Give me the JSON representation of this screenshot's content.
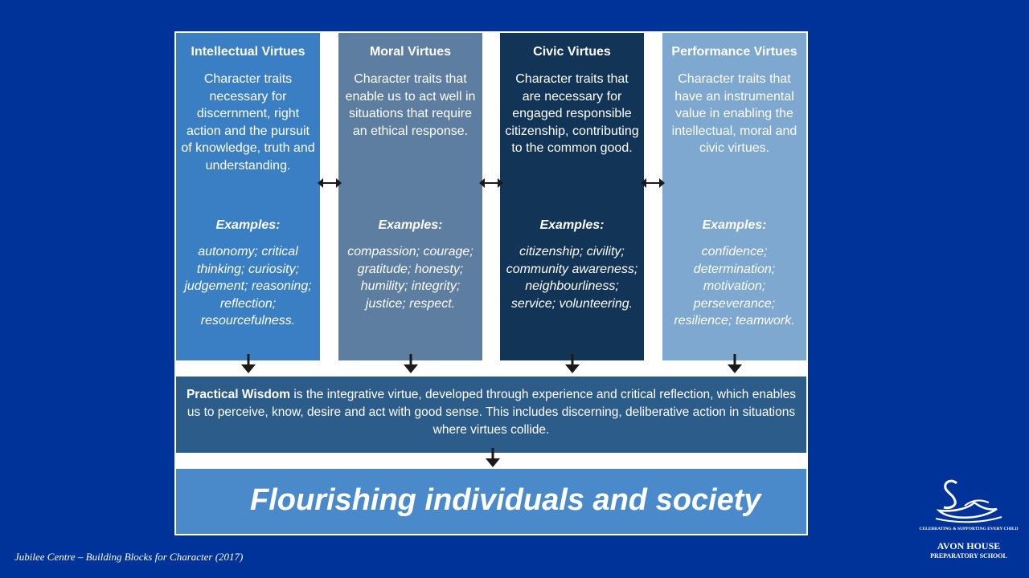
{
  "columns": [
    {
      "title": "Intellectual Virtues",
      "description": "Character traits necessary for discernment, right action and the pursuit of knowledge, truth and understanding.",
      "examples_label": "Examples:",
      "examples": "autonomy; critical thinking; curiosity; judgement; reasoning; reflection; resourcefulness."
    },
    {
      "title": "Moral Virtues",
      "description": "Character traits that enable us to act well in situations that require an ethical response.",
      "examples_label": "Examples:",
      "examples": "compassion; courage; gratitude; honesty; humility; integrity; justice; respect."
    },
    {
      "title": "Civic Virtues",
      "description": "Character traits that are necessary for engaged responsible citizenship, contributing to the common good.",
      "examples_label": "Examples:",
      "examples": "citizenship; civility; community awareness; neighbourliness; service; volunteering."
    },
    {
      "title": "Performance Virtues",
      "description": "Character traits that have an instrumental value in enabling the intellectual, moral and civic virtues.",
      "examples_label": "Examples:",
      "examples": "confidence; determination; motivation; perseverance; resilience; teamwork."
    }
  ],
  "wisdom": {
    "term": "Practical Wisdom",
    "text": " is the integrative virtue, developed through experience and critical reflection, which enables us to perceive, know, desire and act with good sense. This includes discerning, deliberative action in situations where virtues collide."
  },
  "flourishing": "Flourishing individuals and society",
  "caption": "Jubilee Centre – Building Blocks for Character (2017)",
  "logo": {
    "tagline": "CELEBRATING & SUPPORTING EVERY CHILD",
    "name": "AVON HOUSE",
    "school": "PREPARATORY SCHOOL"
  },
  "colors": {
    "background": "#003399",
    "intellectual": "#3a7fc4",
    "moral": "#5e7ea1",
    "civic": "#123456",
    "performance": "#7ea8cf",
    "wisdom": "#2c5c8a",
    "flourishing": "#4a8acb"
  }
}
